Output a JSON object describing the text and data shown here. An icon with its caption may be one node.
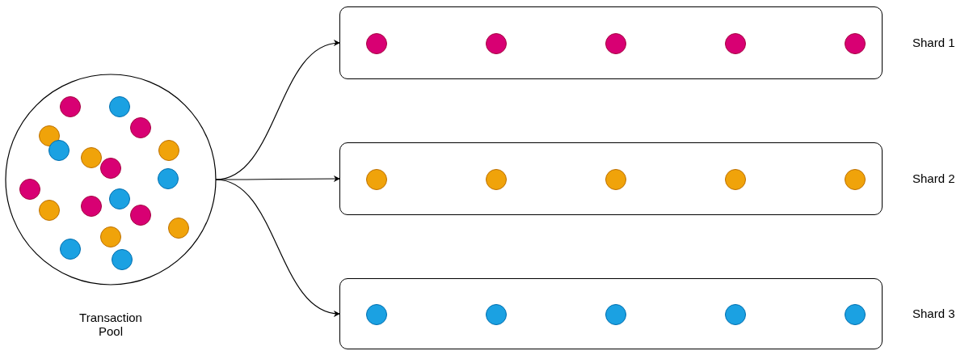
{
  "diagram": {
    "nodes": [
      {
        "text": [
          "Transaction Pool"
        ]
      },
      {
        "text": [
          "Shard 1"
        ]
      },
      {
        "text": [
          "Shard 2"
        ]
      },
      {
        "text": [
          "Shard 3"
        ]
      }
    ],
    "edges": [
      {
        "from": 0,
        "to": 1,
        "arrow": "to"
      },
      {
        "from": 0,
        "to": 2,
        "arrow": "to"
      },
      {
        "from": 0,
        "to": 3,
        "arrow": "to"
      }
    ]
  }
}
